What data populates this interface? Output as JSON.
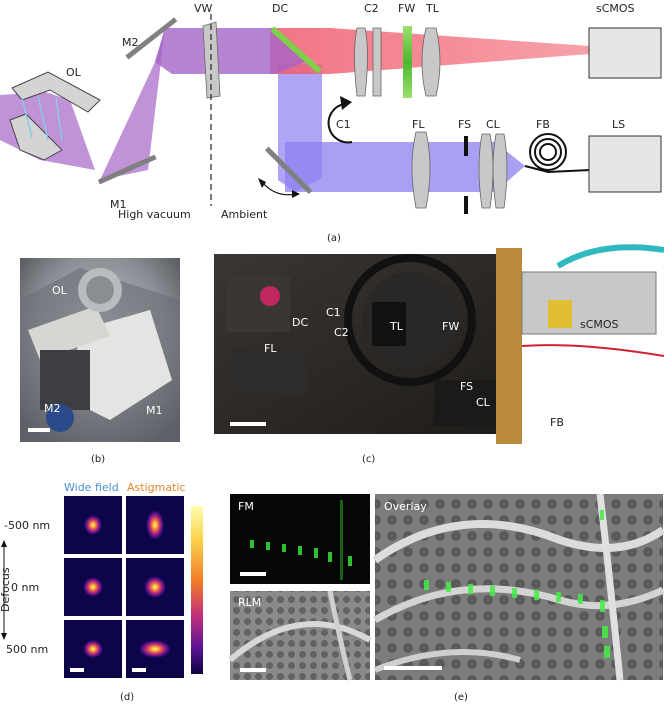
{
  "panel_a": {
    "labels": {
      "ol": "OL",
      "m2": "M2",
      "m1": "M1",
      "vw": "VW",
      "dc": "DC",
      "c2": "C2",
      "fw": "FW",
      "tl": "TL",
      "scmos": "sCMOS",
      "c1": "C1",
      "fl": "FL",
      "fs": "FS",
      "cl": "CL",
      "fb": "FB",
      "ls": "LS",
      "high_vacuum": "High vacuum",
      "ambient": "Ambient"
    },
    "caption": "(a)"
  },
  "panel_b": {
    "labels": {
      "ol": "OL",
      "m2": "M2",
      "m1": "M1"
    },
    "caption": "(b)"
  },
  "panel_c": {
    "labels": {
      "dc": "DC",
      "c1": "C1",
      "c2": "C2",
      "tl": "TL",
      "fw": "FW",
      "fl": "FL",
      "fs": "FS",
      "cl": "CL",
      "scmos": "sCMOS",
      "fb": "FB"
    },
    "caption": "(c)"
  },
  "panel_d": {
    "col_headers": [
      "Wide field",
      "Astigmatic"
    ],
    "row_labels": [
      "-500 nm",
      "0 nm",
      "500 nm"
    ],
    "axis_label": "Defocus",
    "caption": "(d)",
    "colors": {
      "wide_field": "#4a8fd0",
      "astigmatic": "#e8842a"
    }
  },
  "panel_e": {
    "labels": {
      "fm": "FM",
      "rlm": "RLM",
      "overlay": "Overlay"
    },
    "caption": "(e)"
  },
  "colors": {
    "excitation_beam": "#8c80f0",
    "emission_beam": "#f06070",
    "combined_beam": "#a564c8",
    "filter": "#6cc840"
  }
}
